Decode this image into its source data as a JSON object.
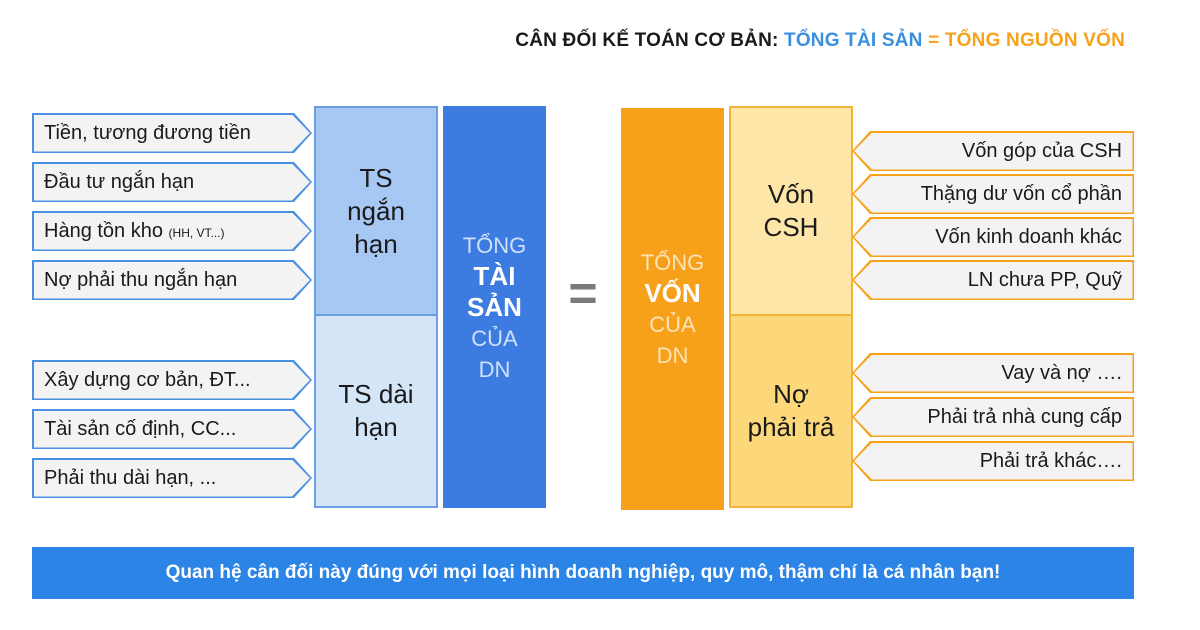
{
  "title": {
    "prefix": "CÂN ĐỐI KẾ TOÁN CƠ BẢN: ",
    "assets": "TỔNG TÀI SẢN",
    "equals": " = ",
    "capital": "TỔNG NGUỒN VỐN"
  },
  "assets": {
    "short_term_items": [
      "Tiền, tương đương tiền",
      "Đầu tư ngắn hạn",
      "Hàng tồn kho",
      "Nợ phải thu ngắn hạn"
    ],
    "inventory_note": "(HH, VT...)",
    "long_term_items": [
      "Xây dựng cơ bản, ĐT...",
      "Tài sản cố định, CC...",
      "Phải thu dài hạn, ..."
    ],
    "short_term_label": [
      "TS",
      "ngắn",
      "hạn"
    ],
    "long_term_label": [
      "TS dài",
      "hạn"
    ],
    "total_label": [
      "TỔNG",
      "TÀI",
      "SẢN",
      "CỦA",
      "DN"
    ]
  },
  "equals_sign": "=",
  "capital": {
    "total_label": [
      "TỔNG",
      "VỐN",
      "CỦA",
      "DN"
    ],
    "equity_label": [
      "Vốn",
      "CSH"
    ],
    "liabilities_label": [
      "Nợ",
      "phải trả"
    ],
    "equity_items": [
      "Vốn góp của CSH",
      "Thặng dư vốn cổ phần",
      "Vốn kinh doanh khác",
      "LN chưa PP, Quỹ"
    ],
    "liability_items": [
      "Vay và nợ ….",
      "Phải trả nhà cung cấp",
      "Phải trả khác…."
    ]
  },
  "banner": "Quan hệ cân đối này đúng với mọi loại hình doanh nghiệp, quy mô, thậm chí là cá nhân bạn!",
  "colors": {
    "assets_blue": "#3c7be0",
    "capital_orange": "#f7a01a",
    "banner_blue": "#2b84e6"
  }
}
